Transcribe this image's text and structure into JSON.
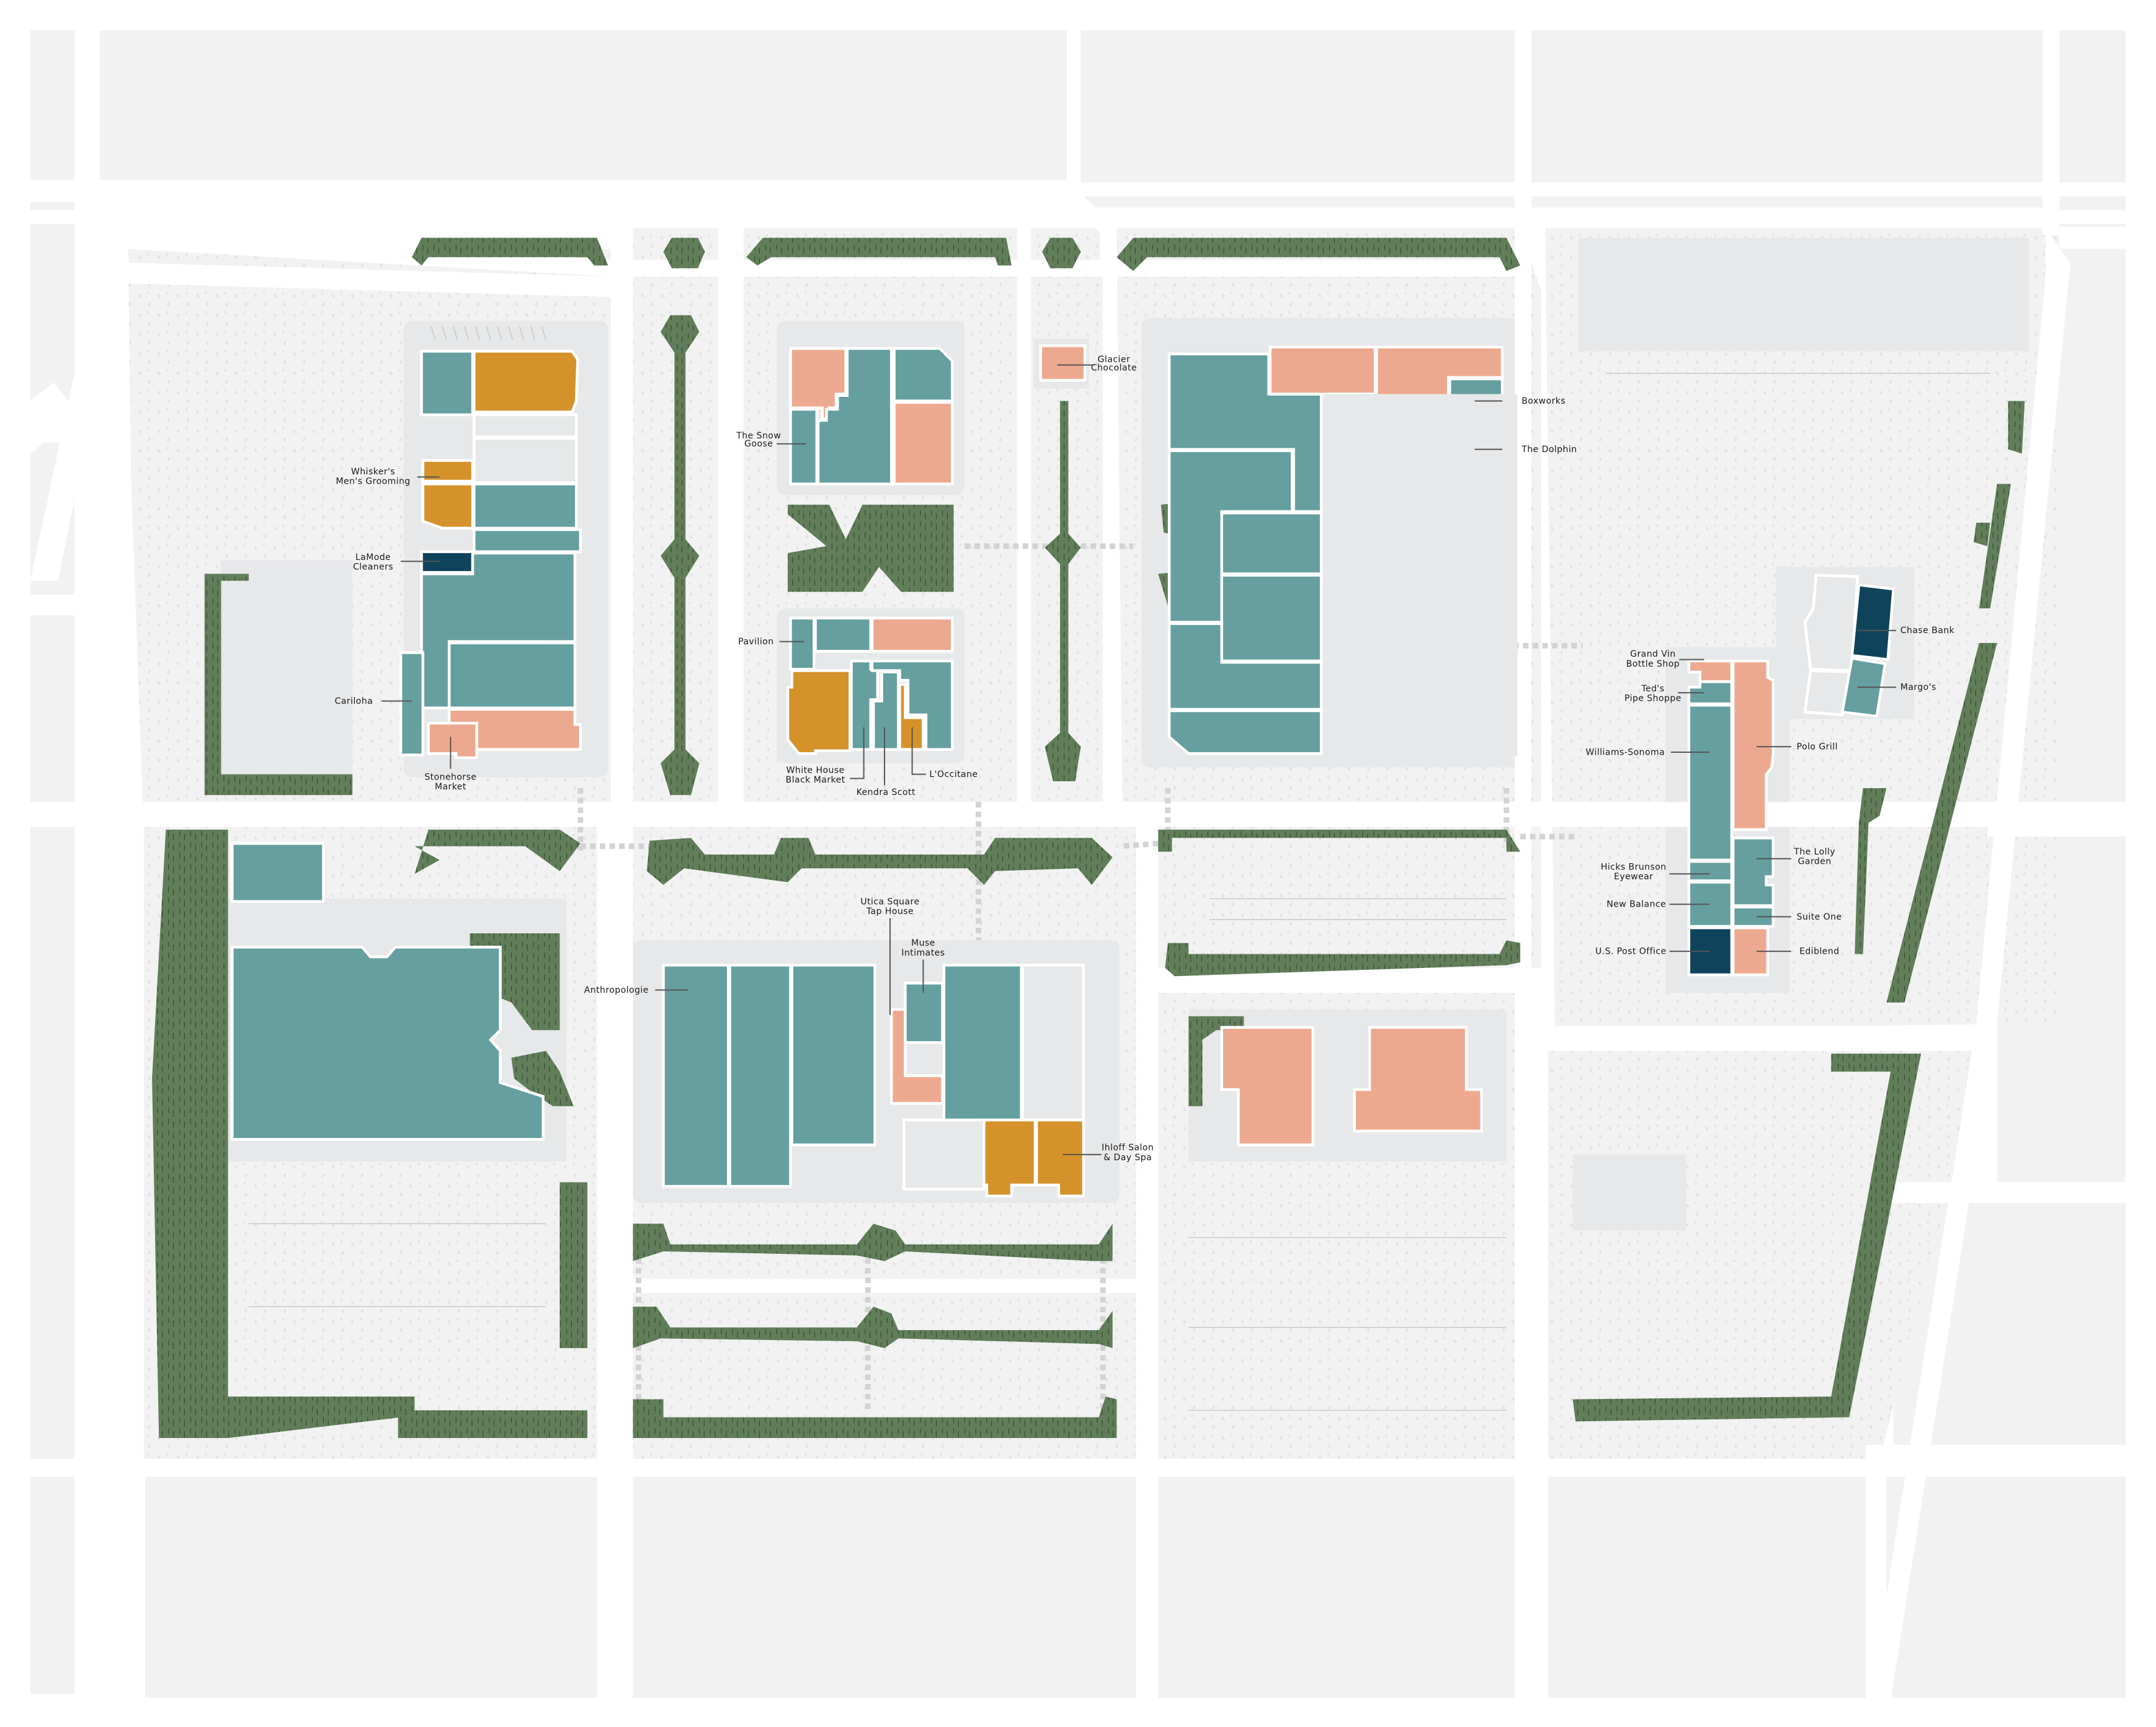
{
  "colors": {
    "background": "#ffffff",
    "block": "#f2f2f2",
    "pad": "#e7e8e9",
    "road": "#ffffff",
    "teal_store": "#669f9f",
    "orange_service": "#d5922b",
    "salmon_dining": "#eda98f",
    "navy_service": "#0f435c",
    "vacant": "#e7e8e9",
    "greenspace": "#617d5a"
  },
  "stores": [
    {
      "id": "whiskers",
      "label_line1": "Whisker's",
      "label_line2": "Men's Grooming",
      "category": "service",
      "color": "#d5922b"
    },
    {
      "id": "lamode",
      "label_line1": "LaMode",
      "label_line2": "Cleaners",
      "category": "service",
      "color": "#0f435c"
    },
    {
      "id": "cariloha",
      "label_line1": "Cariloha",
      "label_line2": "",
      "category": "retail",
      "color": "#669f9f"
    },
    {
      "id": "stonehorse",
      "label_line1": "Stonehorse",
      "label_line2": "Market",
      "category": "dining",
      "color": "#eda98f"
    },
    {
      "id": "snowgoose",
      "label_line1": "The Snow",
      "label_line2": "Goose",
      "category": "retail",
      "color": "#669f9f"
    },
    {
      "id": "glacier",
      "label_line1": "Glacier",
      "label_line2": "Chocolate",
      "category": "dining",
      "color": "#eda98f"
    },
    {
      "id": "pavilion",
      "label_line1": "Pavilion",
      "label_line2": "",
      "category": "retail",
      "color": "#669f9f"
    },
    {
      "id": "whbm",
      "label_line1": "White House",
      "label_line2": "Black Market",
      "category": "retail",
      "color": "#669f9f"
    },
    {
      "id": "kendra",
      "label_line1": "Kendra Scott",
      "label_line2": "",
      "category": "retail",
      "color": "#669f9f"
    },
    {
      "id": "loccitane",
      "label_line1": "L'Occitane",
      "label_line2": "",
      "category": "service",
      "color": "#d5922b"
    },
    {
      "id": "boxworks",
      "label_line1": "Boxworks",
      "label_line2": "",
      "category": "retail",
      "color": "#669f9f"
    },
    {
      "id": "dolphin",
      "label_line1": "The Dolphin",
      "label_line2": "",
      "category": "retail",
      "color": "#669f9f"
    },
    {
      "id": "anthropologie",
      "label_line1": "Anthropologie",
      "label_line2": "",
      "category": "retail",
      "color": "#669f9f"
    },
    {
      "id": "taphouse",
      "label_line1": "Utica Square",
      "label_line2": "Tap House",
      "category": "dining",
      "color": "#eda98f"
    },
    {
      "id": "muse",
      "label_line1": "Muse",
      "label_line2": "Intimates",
      "category": "retail",
      "color": "#669f9f"
    },
    {
      "id": "ihloff",
      "label_line1": "Ihloff Salon",
      "label_line2": "& Day Spa",
      "category": "service",
      "color": "#d5922b"
    },
    {
      "id": "chase",
      "label_line1": "Chase Bank",
      "label_line2": "",
      "category": "service",
      "color": "#0f435c"
    },
    {
      "id": "margos",
      "label_line1": "Margo's",
      "label_line2": "",
      "category": "retail",
      "color": "#669f9f"
    },
    {
      "id": "grandvin",
      "label_line1": "Grand Vin",
      "label_line2": "Bottle Shop",
      "category": "dining",
      "color": "#eda98f"
    },
    {
      "id": "teds",
      "label_line1": "Ted's",
      "label_line2": "Pipe Shoppe",
      "category": "retail",
      "color": "#669f9f"
    },
    {
      "id": "williamssonoma",
      "label_line1": "Williams-Sonoma",
      "label_line2": "",
      "category": "retail",
      "color": "#669f9f"
    },
    {
      "id": "hicks",
      "label_line1": "Hicks Brunson",
      "label_line2": "Eyewear",
      "category": "retail",
      "color": "#669f9f"
    },
    {
      "id": "newbalance",
      "label_line1": "New Balance",
      "label_line2": "",
      "category": "retail",
      "color": "#669f9f"
    },
    {
      "id": "postoffice",
      "label_line1": "U.S. Post Office",
      "label_line2": "",
      "category": "service",
      "color": "#0f435c"
    },
    {
      "id": "pologrill",
      "label_line1": "Polo Grill",
      "label_line2": "",
      "category": "dining",
      "color": "#eda98f"
    },
    {
      "id": "lolly",
      "label_line1": "The Lolly",
      "label_line2": "Garden",
      "category": "retail",
      "color": "#669f9f"
    },
    {
      "id": "suiteone",
      "label_line1": "Suite One",
      "label_line2": "",
      "category": "retail",
      "color": "#669f9f"
    },
    {
      "id": "ediblend",
      "label_line1": "Ediblend",
      "label_line2": "",
      "category": "dining",
      "color": "#eda98f"
    }
  ]
}
